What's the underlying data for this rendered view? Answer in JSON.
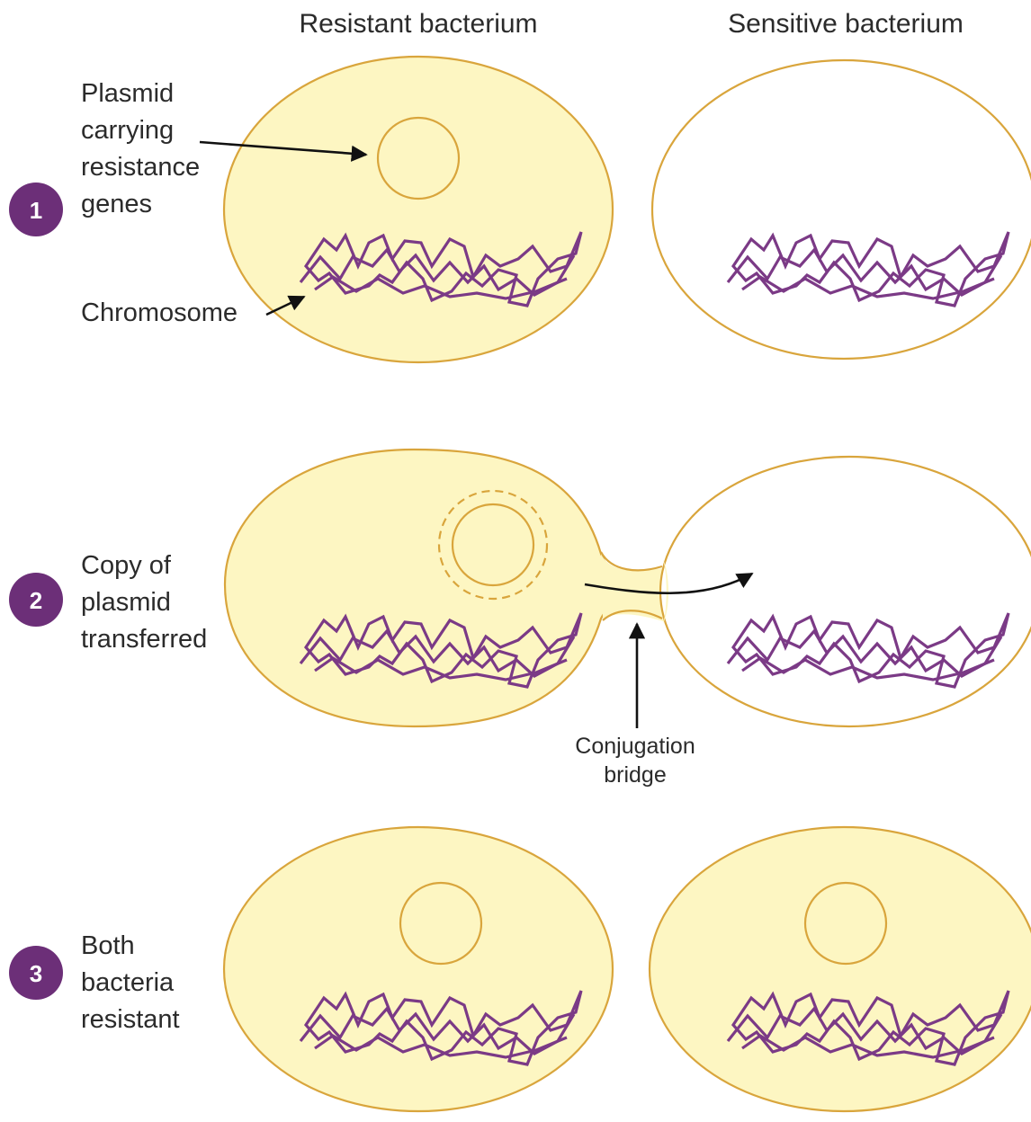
{
  "headers": {
    "resistant": "Resistant bacterium",
    "sensitive": "Sensitive bacterium"
  },
  "steps": [
    {
      "number": "1",
      "lines": [
        "Plasmid",
        "carrying",
        "resistance",
        "genes"
      ]
    },
    {
      "number": "2",
      "lines": [
        "Copy of",
        "plasmid",
        "transferred"
      ]
    },
    {
      "number": "3",
      "lines": [
        "Both",
        "bacteria",
        "resistant"
      ]
    }
  ],
  "labels": {
    "chromosome": "Chromosome",
    "bridge_line1": "Conjugation",
    "bridge_line2": "bridge"
  },
  "colors": {
    "cytoplasm": "#fdf6c2",
    "membrane": "#d9a53c",
    "chromosome": "#7b3a86",
    "step_badge": "#6c2f78"
  }
}
